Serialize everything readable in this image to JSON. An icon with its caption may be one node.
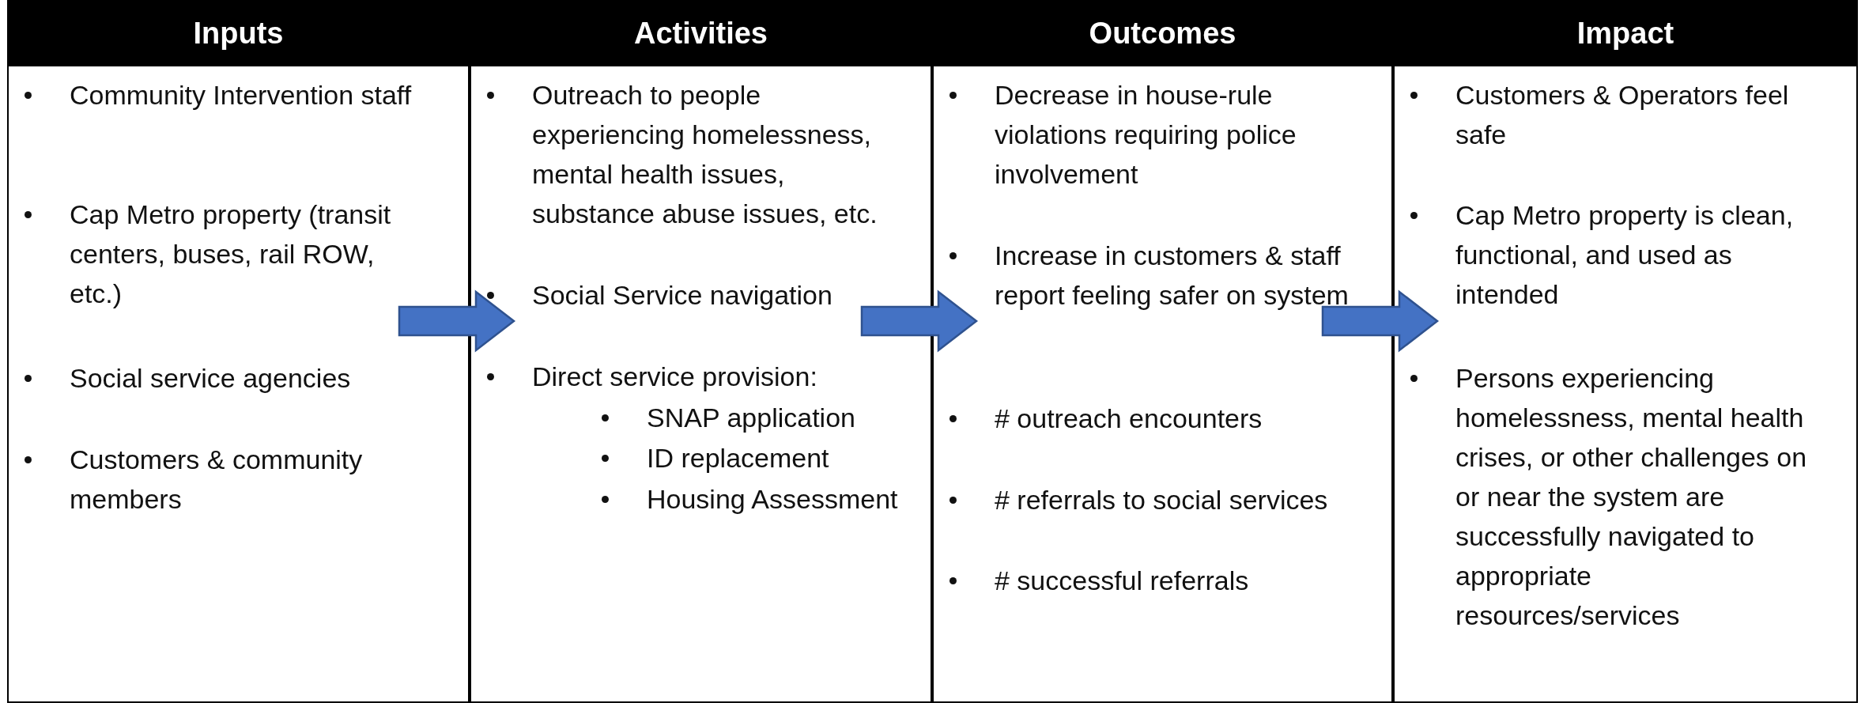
{
  "diagram": {
    "nodes": [
      {
        "text": [
          "Inputs",
          "Community Intervention staff",
          "Cap Metro property (transit centers, buses, rail ROW, etc.)",
          "Social service agencies",
          "Customers & community members"
        ]
      },
      {
        "text": [
          "Activities",
          "Outreach to people experiencing homelessness, mental health issues, substance abuse issues, etc.",
          "Social Service navigation",
          "Direct service provision:",
          "SNAP application",
          "ID replacement",
          "Housing Assessment"
        ]
      },
      {
        "text": [
          "Outcomes",
          "Decrease in house-rule violations requiring police involvement",
          "Increase in customers & staff report feeling safer on system",
          "# outreach encounters",
          "# referrals to social services",
          "# successful referrals"
        ]
      },
      {
        "text": [
          "Impact",
          "Customers & Operators feel safe",
          "Cap Metro property is clean, functional, and used as intended",
          "Persons experiencing homelessness, mental health crises, or other challenges on or near the system are successfully navigated to appropriate resources/services"
        ]
      }
    ],
    "edges": [
      {
        "from": 0,
        "to": 1,
        "arrow": "to"
      },
      {
        "from": 1,
        "to": 2,
        "arrow": "to"
      },
      {
        "from": 2,
        "to": 3,
        "arrow": "to"
      }
    ]
  }
}
